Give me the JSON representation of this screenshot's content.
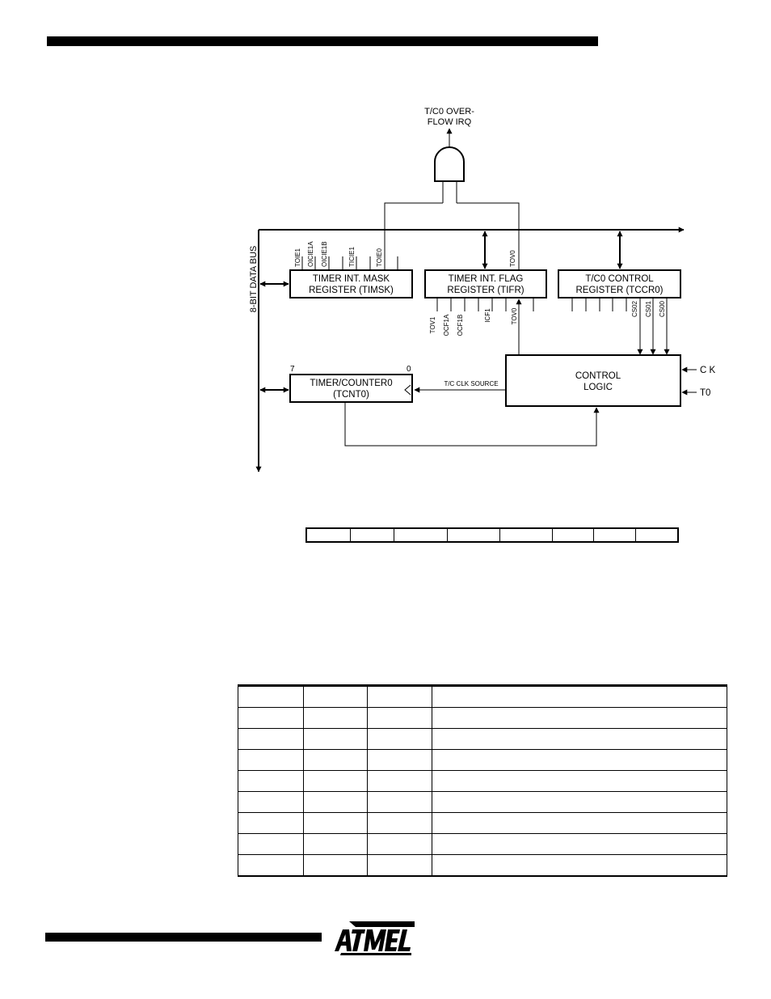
{
  "diagram": {
    "irq_label_line1": "T/C0 OVER-",
    "irq_label_line2": "FLOW IRQ",
    "data_bus_label": "8-BIT DATA BUS",
    "timsk": {
      "line1": "TIMER INT. MASK",
      "line2": "REGISTER (TIMSK)",
      "bits": [
        "TOIE1",
        "OICIE1A",
        "OICIE1B",
        "TICIE1",
        "TOIE0"
      ]
    },
    "tifr": {
      "line1": "TIMER INT. FLAG",
      "line2": "REGISTER (TIFR)",
      "top_bit": "TOV0",
      "bottom_bits": [
        "TOV1",
        "OCF1A",
        "OCF1B",
        "ICF1",
        "TOV0"
      ]
    },
    "tccr0": {
      "line1": "T/C0 CONTROL",
      "line2": "REGISTER (TCCR0)",
      "bits": [
        "CS02",
        "CS01",
        "CS00"
      ]
    },
    "tcnt0": {
      "line1": "TIMER/COUNTER0",
      "line2": "(TCNT0)",
      "msb": "7",
      "lsb": "0"
    },
    "control_logic": {
      "line1": "CONTROL",
      "line2": "LOGIC"
    },
    "clk_source_label": "T/C CLK SOURCE",
    "input_ck": "C K",
    "input_t0": "T0"
  },
  "register_bits": {
    "cells": [
      "",
      "",
      "",
      "",
      "",
      "",
      "",
      ""
    ]
  },
  "select_table": {
    "rows": [
      [
        "",
        "",
        "",
        ""
      ],
      [
        "",
        "",
        "",
        ""
      ],
      [
        "",
        "",
        "",
        ""
      ],
      [
        "",
        "",
        "",
        ""
      ],
      [
        "",
        "",
        "",
        ""
      ],
      [
        "",
        "",
        "",
        ""
      ],
      [
        "",
        "",
        "",
        ""
      ],
      [
        "",
        "",
        "",
        ""
      ],
      [
        "",
        "",
        "",
        ""
      ]
    ]
  },
  "logo": {
    "text": "ATMEL",
    "color": "#000000"
  }
}
